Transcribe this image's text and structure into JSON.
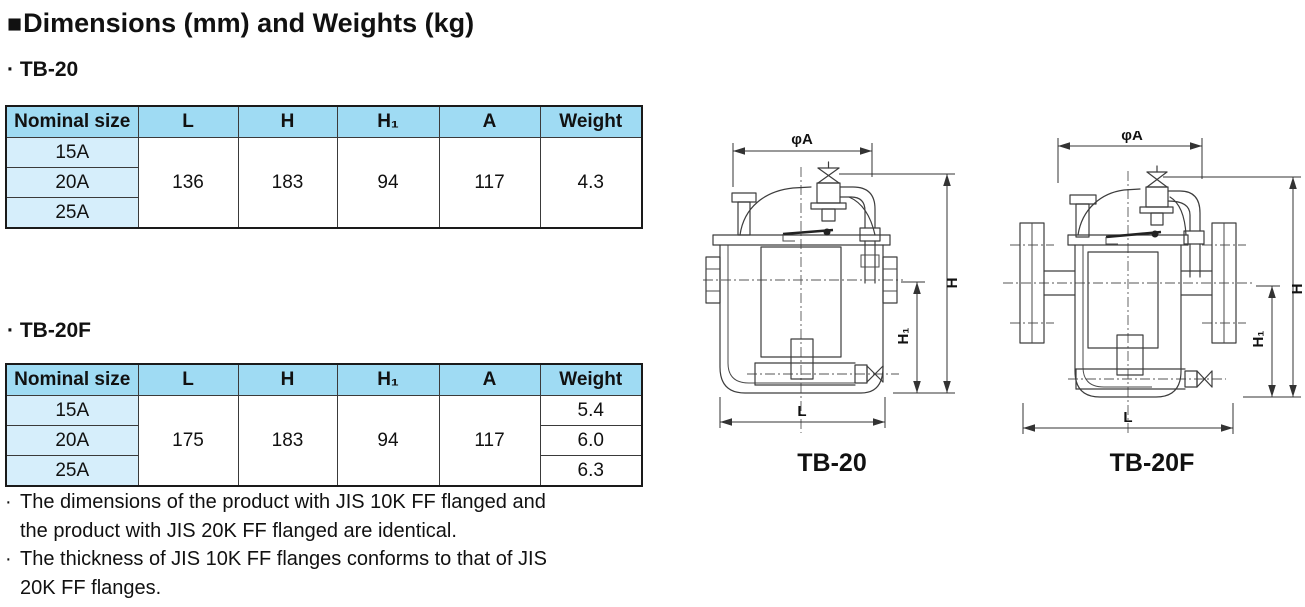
{
  "title": {
    "icon": "■",
    "text": "Dimensions (mm) and Weights (kg)"
  },
  "tb20": {
    "heading": "· TB-20",
    "columns": [
      "Nominal size",
      "L",
      "H",
      "H₁",
      "A",
      "Weight"
    ],
    "sizes": [
      "15A",
      "20A",
      "25A"
    ],
    "L": "136",
    "H": "183",
    "H1": "94",
    "A": "117",
    "weight": "4.3"
  },
  "tb20f": {
    "heading": "· TB-20F",
    "columns": [
      "Nominal size",
      "L",
      "H",
      "H₁",
      "A",
      "Weight"
    ],
    "sizes": [
      "15A",
      "20A",
      "25A"
    ],
    "L": "175",
    "H": "183",
    "H1": "94",
    "A": "117",
    "weights": [
      "5.4",
      "6.0",
      "6.3"
    ]
  },
  "notes": [
    {
      "bullet": "·",
      "lines": [
        "The dimensions of the product with JIS 10K FF flanged and",
        "the product with JIS 20K FF flanged are identical."
      ]
    },
    {
      "bullet": "·",
      "lines": [
        "The thickness of JIS 10K FF flanges conforms to that of JIS",
        "20K FF flanges."
      ]
    }
  ],
  "drawings": {
    "tb20": {
      "label": "TB-20",
      "dim_phiA": "φA",
      "dim_H": "H",
      "dim_H1": "H₁",
      "dim_L": "L"
    },
    "tb20f": {
      "label": "TB-20F",
      "dim_phiA": "φA",
      "dim_H": "H",
      "dim_H1": "H₁",
      "dim_L": "L"
    }
  },
  "colors": {
    "header_bg": "#9fdbf3",
    "size_col_bg": "#d6eefb"
  }
}
